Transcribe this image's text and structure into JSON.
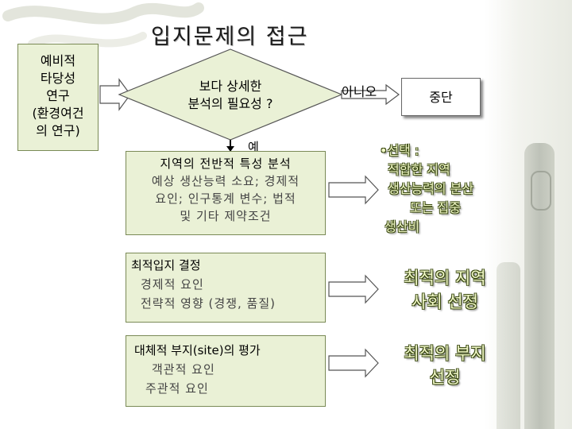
{
  "title": "입지문제의 접근",
  "prelim": [
    "예비적",
    "타당성",
    "연구",
    "(환경여건",
    "의 연구)"
  ],
  "decision": {
    "line1": "보다 상세한",
    "line2": "분석의 필요성 ?"
  },
  "no_label": "아니오",
  "stop": "중단",
  "yes_label": "예",
  "region": {
    "head": "지역의 전반적 특성 분석",
    "sub": [
      "예상 생산능력 소요; 경제적",
      "요인; 인구통계 변수; 법적",
      "및 기타 제약조건"
    ]
  },
  "site_select": {
    "head": "최적입지  결정",
    "items": [
      "경제적 요인",
      "전략적 영향 (경쟁, 품질)"
    ]
  },
  "site_eval": {
    "head": "대체적 부지(site)의 평가",
    "items": [
      "객관적 요인",
      "주관적 요인"
    ]
  },
  "results": {
    "r1": [
      "•선택 :",
      "적합한 지역",
      "생산능력의 분산",
      "또는 집중",
      "생산비"
    ],
    "r2": [
      "최적의 지역",
      "사회 선정"
    ],
    "r3": [
      "최적의 부지",
      "선정"
    ]
  },
  "colors": {
    "box_fill": "#eaf1d6",
    "box_border": "#7a8a56",
    "result_text": "#f2f9c8"
  }
}
